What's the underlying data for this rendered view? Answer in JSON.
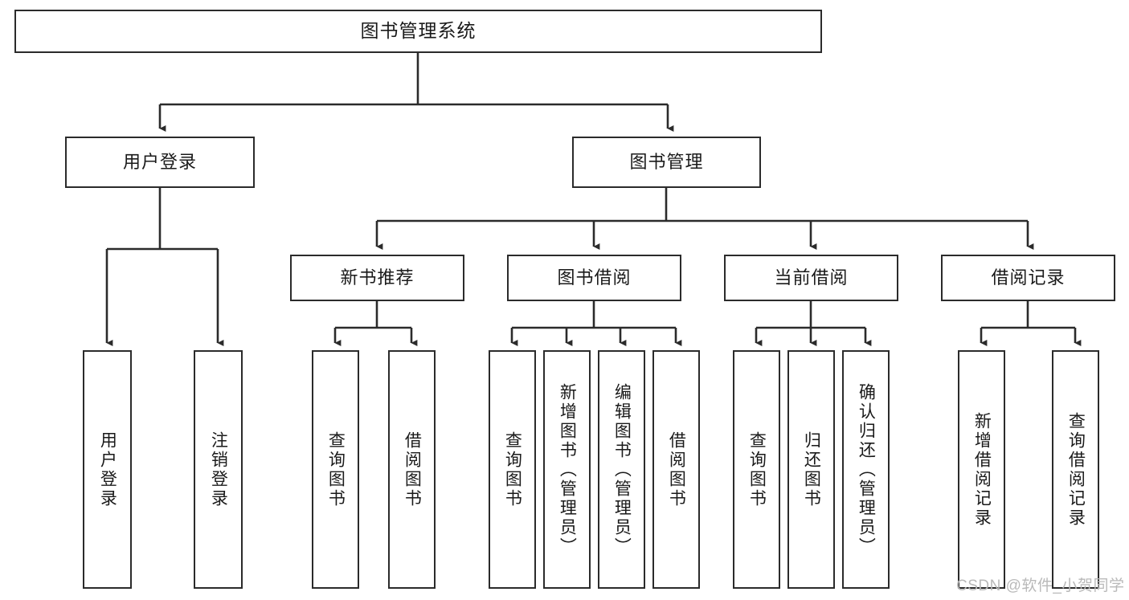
{
  "diagram": {
    "title": "图书管理系统",
    "type": "tree-hierarchy-diagram",
    "root": {
      "label": "图书管理系统"
    },
    "level2": [
      {
        "label": "用户登录"
      },
      {
        "label": "图书管理"
      }
    ],
    "level3": [
      {
        "label": "新书推荐"
      },
      {
        "label": "图书借阅"
      },
      {
        "label": "当前借阅"
      },
      {
        "label": "借阅记录"
      }
    ],
    "leaves": {
      "user_login": [
        {
          "label": "用户登录"
        },
        {
          "label": "注销登录"
        }
      ],
      "new_book_recommend": [
        {
          "label": "查询图书"
        },
        {
          "label": "借阅图书"
        }
      ],
      "book_borrow": [
        {
          "label": "查询图书"
        },
        {
          "label": "新增图书（管理员）"
        },
        {
          "label": "编辑图书（管理员）"
        },
        {
          "label": "借阅图书"
        }
      ],
      "current_borrow": [
        {
          "label": "查询图书"
        },
        {
          "label": "归还图书"
        },
        {
          "label": "确认归还（管理员）"
        }
      ],
      "borrow_records": [
        {
          "label": "新增借阅记录"
        },
        {
          "label": "查询借阅记录"
        }
      ]
    }
  },
  "watermark": {
    "text": "CSDN @软件_小贺同学"
  },
  "colors": {
    "stroke": "#2b2b2b",
    "background": "#ffffff",
    "text": "#1a1a1a",
    "watermark": "#b9b9b9"
  }
}
